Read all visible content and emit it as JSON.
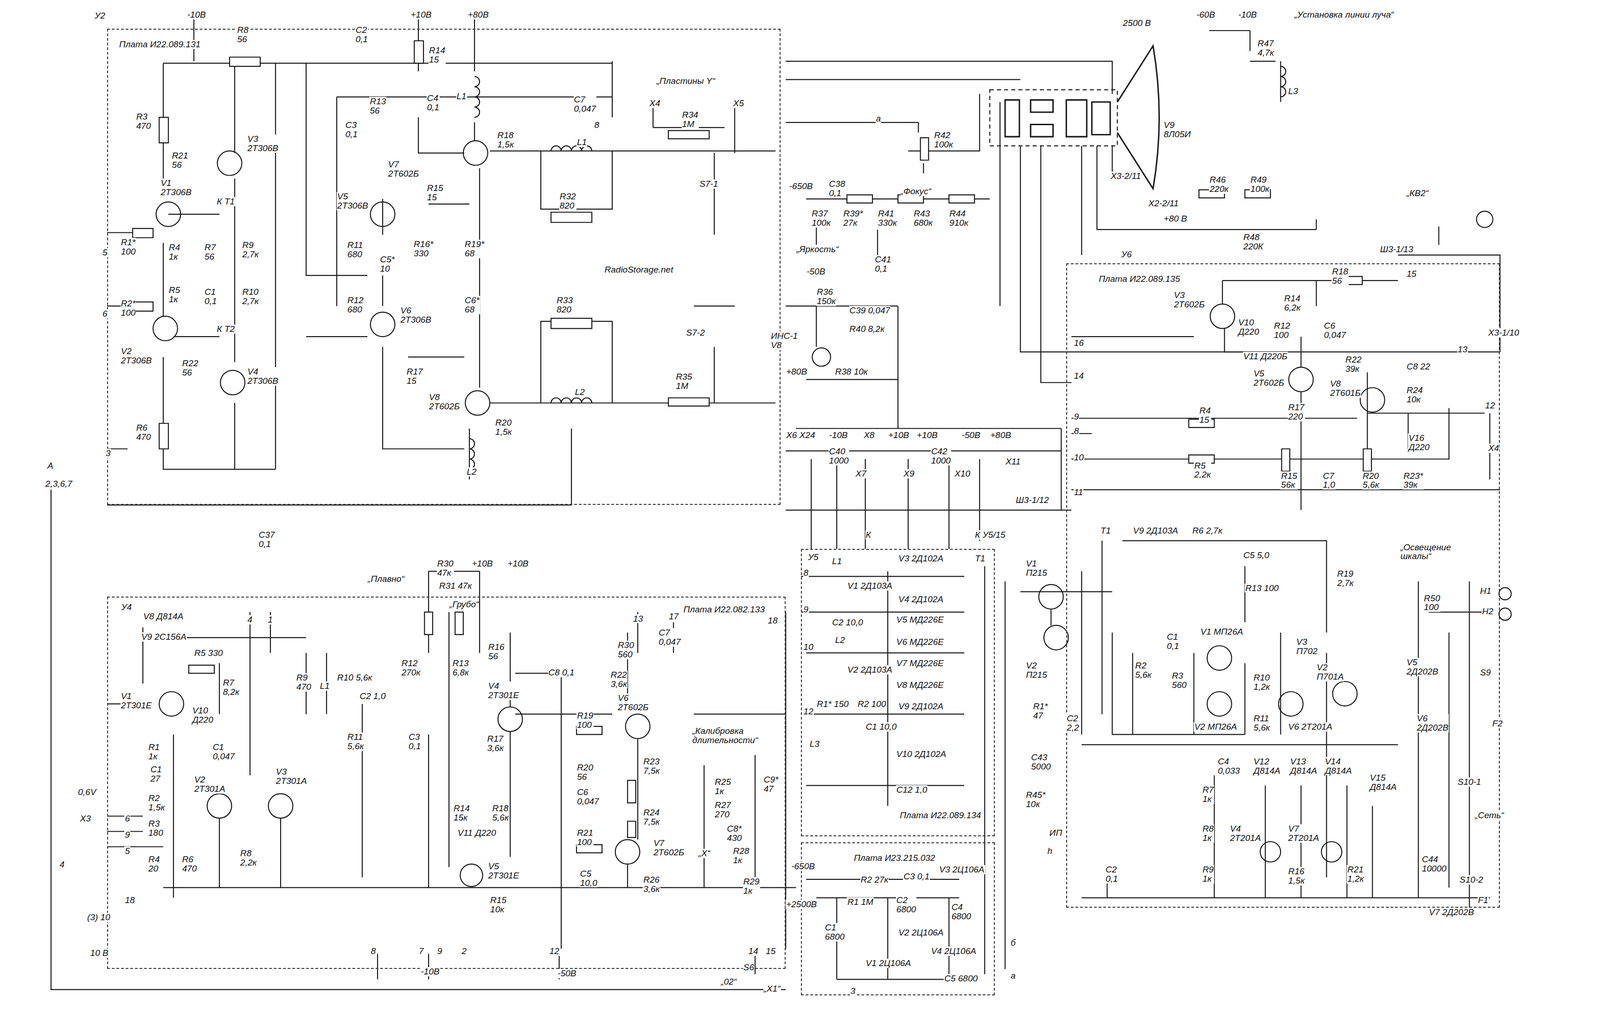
{
  "diagram": {
    "nodes": [
      {
        "text": [
          "У2",
          "Плата И22.089.131"
        ]
      },
      {
        "text": [
          "У4",
          "Плата И22.082.133"
        ]
      },
      {
        "text": [
          "У5",
          "Плата И22.089.134"
        ]
      },
      {
        "text": [
          "Плата И23.215.032"
        ]
      },
      {
        "text": [
          "У6",
          "Плата И22.089.135"
        ]
      }
    ],
    "labels": [
      "-10В",
      "+10В",
      "+80В",
      "R8 56",
      "C2 0,1",
      "R14 15",
      "R13 56",
      "C4 0,1",
      "C3 0,1",
      "L1",
      "C7 0,047",
      "8",
      "R3 470",
      "R21 56",
      "V3 2Т306В",
      "V1 2Т306В",
      "V7 2Т602Б",
      "R18 1,5к",
      "R15 15",
      "К Т1",
      "V5 2Т306В",
      "R1* 100",
      "5",
      "R4 1к",
      "R7 56",
      "R9 2,7к",
      "R11 680",
      "C5* 10",
      "R16* 330",
      "R19* 68",
      "R5 1к",
      "C1 0,1",
      "R10 2,7к",
      "R12 680",
      "C6* 68",
      "R2* 100",
      "6",
      "К Т2",
      "V6 2Т306В",
      "V2 2Т306В",
      "R22 56",
      "R17 15",
      "V4 2Т306В",
      "V8 2Т602Б",
      "R20 1,5к",
      "L2",
      "R6 470",
      "3",
      "L1",
      "R32 820",
      "„Пластины Y“",
      "X4",
      "X5",
      "R34 1М",
      "S7-1",
      "R33 820",
      "S7-2",
      "L2",
      "R35 1М",
      "A",
      "2,3,6,7",
      "2500 В",
      "a",
      "R42 100к",
      "V9 8Л05И",
      "Х3-2/11",
      "-650В",
      "C38 0,1",
      "„Фокус“",
      "R37 100к",
      "R39* 27к",
      "R41 330к",
      "R43 680к",
      "R44 910к",
      "„Яркость“",
      "C41 0,1",
      "-50В",
      "R36 150к",
      "C39 0,047",
      "R40 8,2к",
      "ИНС-1 V8",
      "+80В",
      "R38 10к",
      "-60В",
      "-10В",
      "R47 4,7к",
      "L3",
      "„Установка линии луча“",
      "X2-2/11",
      "+80 В",
      "R46 220к",
      "R49 100к",
      "R48 220К",
      "Ш3-1/13",
      "„КВ2“",
      "RadioStorage.net",
      "R18 56",
      "15",
      "V3 2Т602Б",
      "R14 6,2к",
      "V10 Д220",
      "R12 100",
      "C6 0,047",
      "V11 Д220Б",
      "V5 2Т602Б",
      "16",
      "14",
      "R22 39к",
      "13",
      "Х3-1/10",
      "C8 22",
      "R24 10к",
      "V8 2Т601Б",
      "12",
      "9",
      "8",
      "R4 15",
      "R17 220",
      "V16 Д220",
      "X4",
      "10",
      "R5 2,2к",
      "R15 56к",
      "C7 1,0",
      "R20 5,6к",
      "R23* 39к",
      "11",
      "Ш3-1/12",
      "X6 X24",
      "-10В",
      "X8",
      "+10В",
      "+10В",
      "-50В",
      "+80В",
      "C40 1000",
      "C42 1000",
      "X7",
      "X9",
      "X10",
      "X11",
      "К",
      "К У5/15",
      "L1",
      "V3 2Д102А",
      "V1 2Д103А",
      "V4 2Д102А",
      "C2 10,0",
      "V5 МД226Е",
      "L2",
      "V6 МД226Е",
      "V2 2Д103А",
      "V7 МД226Е",
      "V8 МД226Е",
      "R1* 150",
      "R2 100",
      "V9 2Д102А",
      "C1 10,0",
      "L3",
      "V10 2Д102А",
      "C12 1,0",
      "T1",
      "8",
      "9",
      "10",
      "12",
      "-650В",
      "R2 27к",
      "C3 0,1",
      "V3 2Ц106А",
      "+2500В",
      "R1 1М",
      "C2 6800",
      "C4 6800",
      "V2 2Ц106А",
      "C1 6800",
      "V4 2Ц106А",
      "V1 2Ц106А",
      "C5 6800",
      "3",
      "T1",
      "V9 2Д103А",
      "R6 2,7к",
      "C5 5,0",
      "R13 100",
      "R19 2,7к",
      "V1 П215",
      "V2 П215",
      "R1* 47",
      "C2 2,2",
      "C43 5000",
      "R45* 10к",
      "ИП",
      "h",
      "б",
      "a",
      "C1 0,1",
      "V1 МП26А",
      "R2 5,6к",
      "R3 560",
      "V2 МП26А",
      "R10 1,2к",
      "V3 П702",
      "V2 П701А",
      "R11 5,6к",
      "V6 2Т201А",
      "C4 0,033",
      "V12 Д814А",
      "V13 Д814А",
      "V14 Д814А",
      "V15 Д814А",
      "R7 1к",
      "R8 1к",
      "V4 2Т201А",
      "V7 2Т201А",
      "R9 1к",
      "R16 1,5к",
      "R21 1,2к",
      "C2 0,1",
      "„Освещение шкалы“",
      "R50 100",
      "H1",
      "H2",
      "V5 2Д202В",
      "S9",
      "V6 2Д202В",
      "F2",
      "S10-1",
      "„Сеть“",
      "C44 10000",
      "S10-2",
      "F1",
      "V7 2Д202В",
      "C37 0,1",
      "R30 47к",
      "+10В",
      "+10В",
      "„Плавно“",
      "R31 47к",
      "„Грубо“",
      "4",
      "1",
      "V8 Д814А",
      "V9 2С156А",
      "R5 330",
      "R12 270к",
      "R13 6,8к",
      "R16 56",
      "R7 8,2к",
      "R9 470",
      "L1",
      "R10 5,6к",
      "C2 1,0",
      "C8 0,1",
      "V1 2Т301Е",
      "V10 Д220",
      "V4 2Т301Е",
      "R19 100",
      "V6 2Т602Б",
      "R11 5,6к",
      "C3 0,1",
      "R17 3,6к",
      "R1 1к",
      "C1 0,047",
      "C1 27",
      "R23 7,5к",
      "R20 56",
      "V2 2Т301А",
      "V3 2Т301А",
      "C6 0,047",
      "0,6V",
      "R2 1,5к",
      "R14 15к",
      "R18 5,6к",
      "R24 7,5к",
      "X3",
      "6",
      "R3 180",
      "9",
      "R21 100",
      "V11 Д220",
      "5",
      "V7 2Т602Б",
      "R8 2,2к",
      "R4 20",
      "R6 470",
      "4",
      "V5 2Т301Е",
      "C5 10,0",
      "R26 3,6к",
      "R15 10к",
      "18",
      "(3) 10",
      "10 В",
      "8",
      "7",
      "9",
      "2",
      "-10В",
      "12",
      "-50В",
      "R30 560",
      "R22 3,6к",
      "13",
      "C7 0,047",
      "17",
      "18",
      "„Калибровка длительности“",
      "R25 1к",
      "R27 270",
      "C9* 47",
      "C8* 430",
      "„X“",
      "R28 1к",
      "R29 1к",
      "14",
      "15",
      "S6",
      "„02“",
      "„X1“"
    ]
  }
}
